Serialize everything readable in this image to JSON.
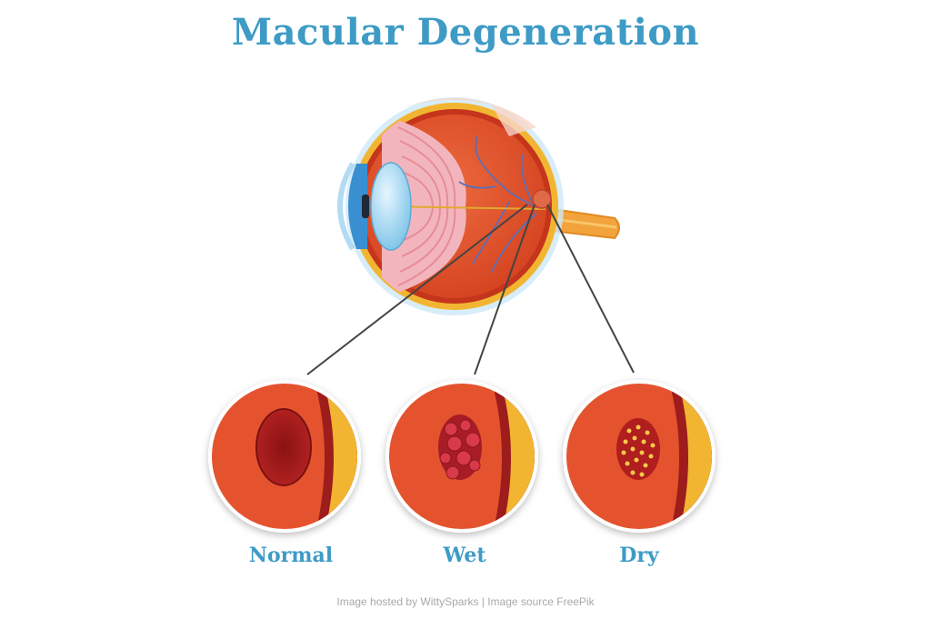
{
  "title": "Macular Degeneration",
  "labels": {
    "normal": "Normal",
    "wet": "Wet",
    "dry": "Dry"
  },
  "credit": "Image hosted by WittySparks | Image source FreePik",
  "colors": {
    "title": "#3d9bc6",
    "retina": "#e0502c",
    "macula": "#9e1a1a",
    "sclera": "#f2b531",
    "credit": "#a9a9a9"
  }
}
